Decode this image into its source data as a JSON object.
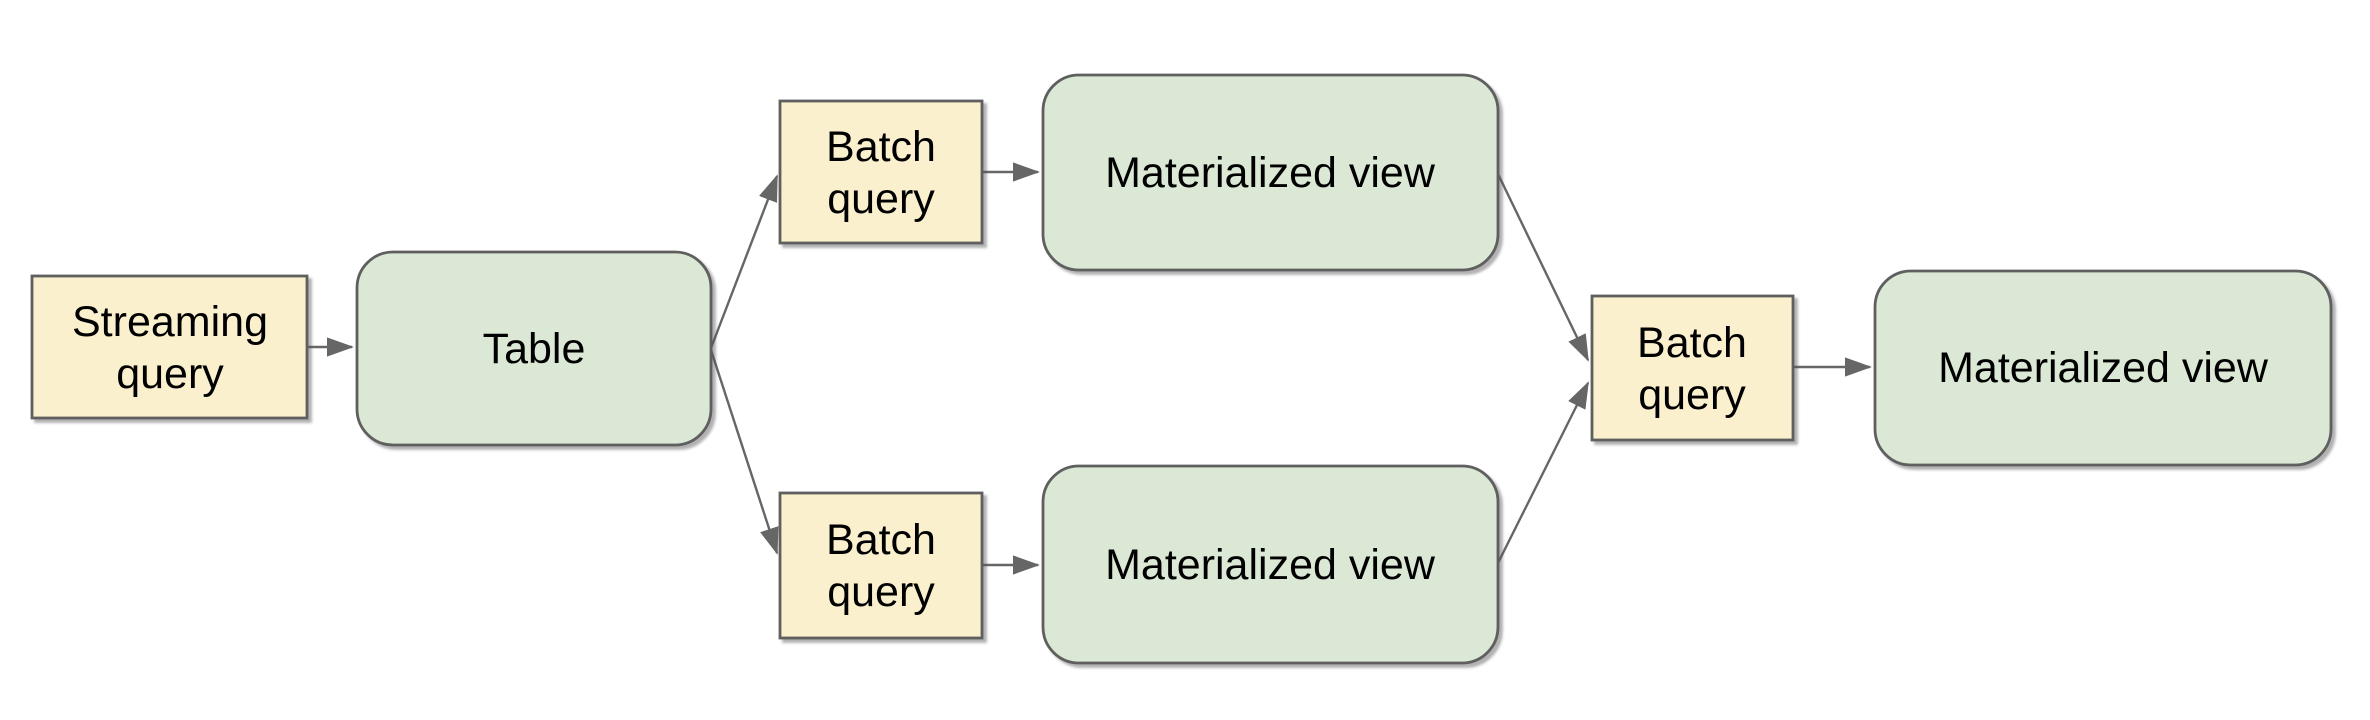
{
  "diagram": {
    "background": "#ffffff",
    "colors": {
      "query_box_fill": "#FBF0CD",
      "query_box_border": "#5F5F5F",
      "datastore_box_fill": "#DBE8D5",
      "datastore_box_border": "#5F5F5F",
      "connector": "#666666",
      "label_text": "#000000"
    },
    "nodes": [
      {
        "id": "streaming-query",
        "kind": "query",
        "shape": "rectangle",
        "label": "Streaming query",
        "lines": [
          "Streaming",
          "query"
        ]
      },
      {
        "id": "table",
        "kind": "datastore",
        "shape": "rounded-rectangle",
        "label": "Table",
        "lines": [
          "Table"
        ]
      },
      {
        "id": "batch-query-top",
        "kind": "query",
        "shape": "rectangle",
        "label": "Batch query",
        "lines": [
          "Batch",
          "query"
        ]
      },
      {
        "id": "materialized-view-top",
        "kind": "datastore",
        "shape": "rounded-rectangle",
        "label": "Materialized view",
        "lines": [
          "Materialized view"
        ]
      },
      {
        "id": "batch-query-bottom",
        "kind": "query",
        "shape": "rectangle",
        "label": "Batch query",
        "lines": [
          "Batch",
          "query"
        ]
      },
      {
        "id": "materialized-view-bottom",
        "kind": "datastore",
        "shape": "rounded-rectangle",
        "label": "Materialized view",
        "lines": [
          "Materialized view"
        ]
      },
      {
        "id": "batch-query-right",
        "kind": "query",
        "shape": "rectangle",
        "label": "Batch query",
        "lines": [
          "Batch",
          "query"
        ]
      },
      {
        "id": "materialized-view-right",
        "kind": "datastore",
        "shape": "rounded-rectangle",
        "label": "Materialized view",
        "lines": [
          "Materialized view"
        ]
      }
    ],
    "edges": [
      {
        "from": "streaming-query",
        "to": "table",
        "arrow": "filled-triangle"
      },
      {
        "from": "table",
        "to": "batch-query-top",
        "arrow": "filled-triangle"
      },
      {
        "from": "table",
        "to": "batch-query-bottom",
        "arrow": "filled-triangle"
      },
      {
        "from": "batch-query-top",
        "to": "materialized-view-top",
        "arrow": "filled-triangle"
      },
      {
        "from": "batch-query-bottom",
        "to": "materialized-view-bottom",
        "arrow": "filled-triangle"
      },
      {
        "from": "materialized-view-top",
        "to": "batch-query-right",
        "arrow": "filled-triangle"
      },
      {
        "from": "materialized-view-bottom",
        "to": "batch-query-right",
        "arrow": "filled-triangle"
      },
      {
        "from": "batch-query-right",
        "to": "materialized-view-right",
        "arrow": "filled-triangle"
      }
    ]
  }
}
